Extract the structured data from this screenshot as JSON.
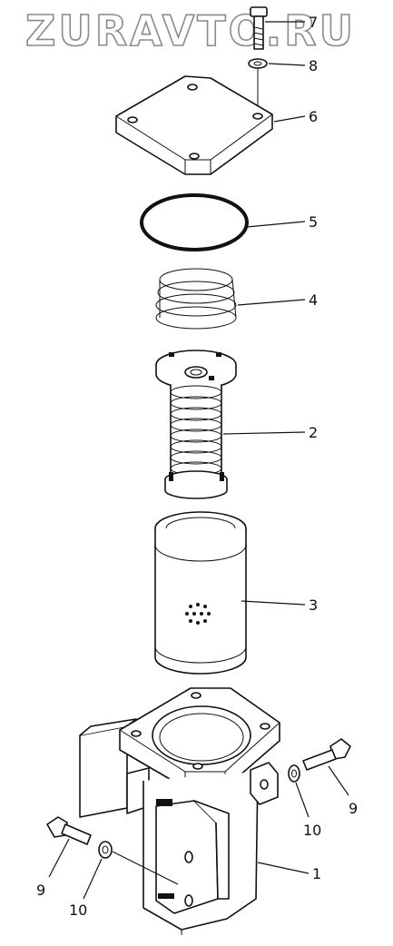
{
  "watermark": "ZURAVTO.RU",
  "callouts": [
    "7",
    "8",
    "6",
    "5",
    "4",
    "2",
    "3",
    "9",
    "10",
    "1",
    "9",
    "10"
  ]
}
